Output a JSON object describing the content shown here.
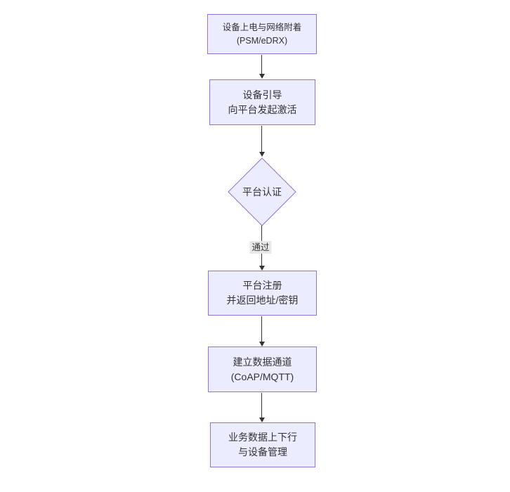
{
  "diagram": {
    "type": "flowchart-vertical",
    "nodes": [
      {
        "shape": "rect",
        "lines": [
          "设备上电与网络附着",
          "(PSM/eDRX)"
        ]
      },
      {
        "shape": "rect",
        "lines": [
          "设备引导",
          "向平台发起激活"
        ]
      },
      {
        "shape": "diamond",
        "label": "平台认证"
      },
      {
        "shape": "rect",
        "lines": [
          "平台注册",
          "并返回地址/密钥"
        ]
      },
      {
        "shape": "rect",
        "lines": [
          "建立数据通道",
          "(CoAP/MQTT)"
        ]
      },
      {
        "shape": "rect",
        "lines": [
          "业务数据上下行",
          "与设备管理"
        ]
      }
    ],
    "edges": [
      {
        "from": 0,
        "to": 1,
        "label": ""
      },
      {
        "from": 1,
        "to": 2,
        "label": ""
      },
      {
        "from": 2,
        "to": 3,
        "label": "通过"
      },
      {
        "from": 3,
        "to": 4,
        "label": ""
      },
      {
        "from": 4,
        "to": 5,
        "label": ""
      }
    ],
    "colors": {
      "node_fill": "#ECECFF",
      "node_border": "#9370DB",
      "edge_line": "#333333",
      "edge_label_bg": "#e8e8e8",
      "text_color": "#333333",
      "canvas_bg": "#ffffff"
    }
  }
}
